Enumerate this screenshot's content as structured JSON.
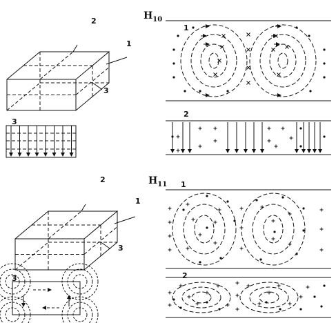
{
  "modes": {
    "h10": {
      "main": "H",
      "sub": "10"
    },
    "h11": {
      "main": "H",
      "sub": "11"
    }
  },
  "labels": {
    "h10_box_2": "2",
    "h10_box_1": "1",
    "h10_box_3": "3",
    "h10_small_3": "3",
    "h10_panel_1": "1",
    "h10_panel_2": "2",
    "h11_box_2": "2",
    "h11_box_1": "1",
    "h11_box_3": "3",
    "h11_small_3": "3",
    "h11_panel_1": "1",
    "h11_panel_2": "2"
  },
  "colors": {
    "ink": "#111111",
    "background": "#ffffff"
  }
}
